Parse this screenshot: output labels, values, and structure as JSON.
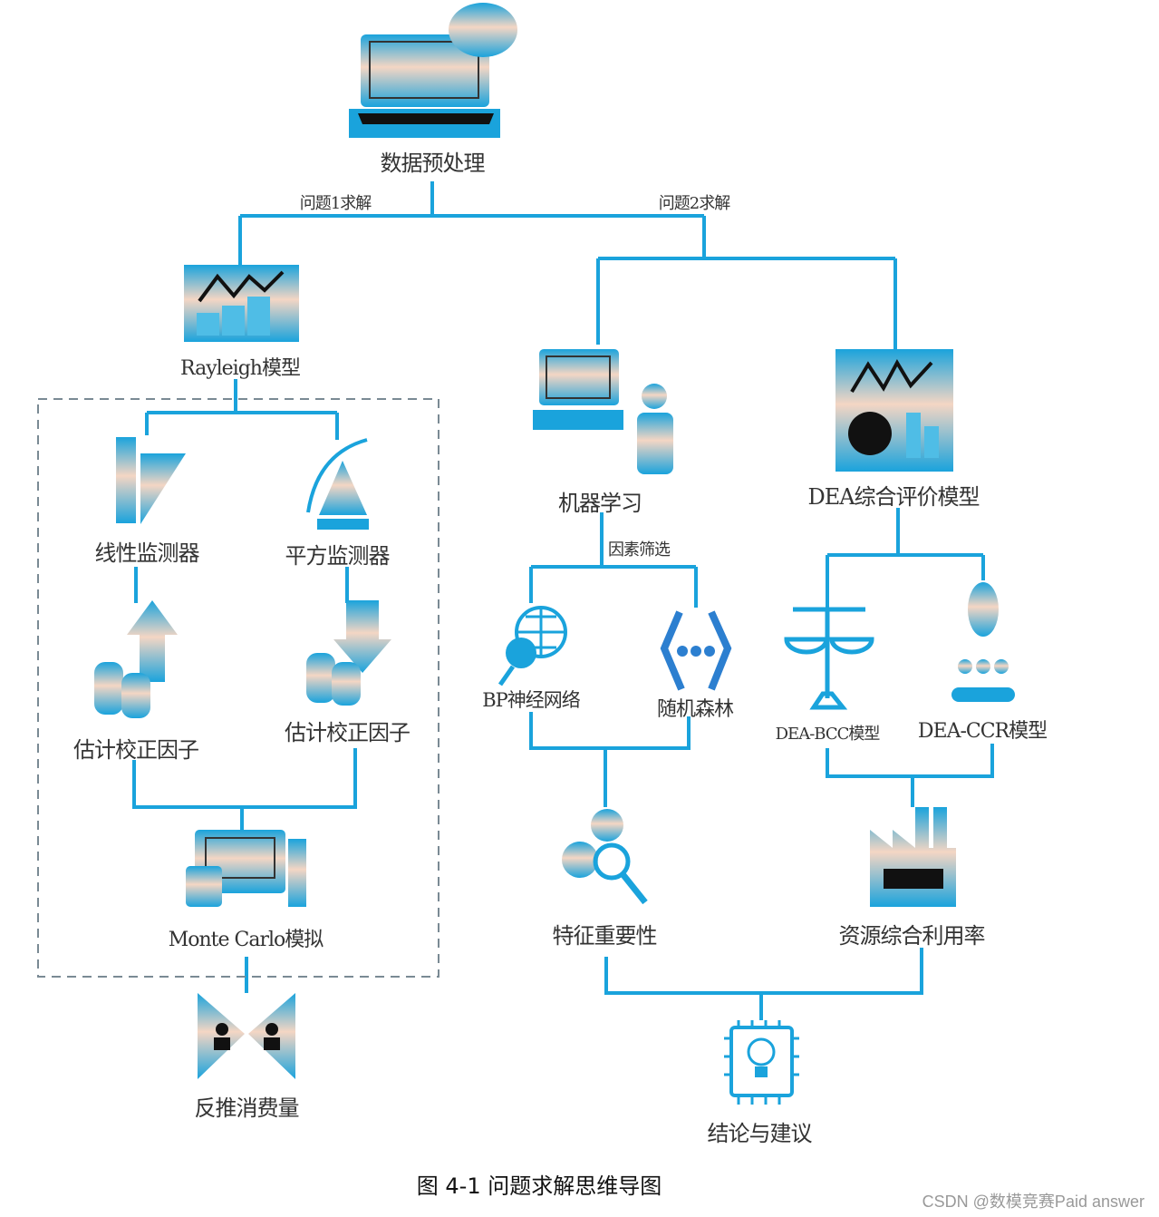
{
  "nodes": {
    "preprocess": "数据预处理",
    "rayleigh": "Rayleigh模型",
    "linear_monitor": "线性监测器",
    "square_monitor": "平方监测器",
    "est_factor_left": "估计校正因子",
    "est_factor_right": "估计校正因子",
    "monte_carlo": "Monte Carlo模拟",
    "consumption": "反推消费量",
    "ml": "机器学习",
    "dea": "DEA综合评价模型",
    "bp": "BP神经网络",
    "rf": "随机森林",
    "dea_bcc": "DEA-BCC模型",
    "dea_ccr": "DEA-CCR模型",
    "feature_importance": "特征重要性",
    "resource_util": "资源综合利用率",
    "conclusion": "结论与建议"
  },
  "edges": {
    "q1": "问题1求解",
    "q2": "问题2求解",
    "factor_screen": "因素筛选"
  },
  "caption": "图  4-1  问题求解思维导图",
  "watermark": "CSDN @数模竞赛Paid answer",
  "colors": {
    "line": "#1aa3dc",
    "dash": "#7a8a94"
  }
}
